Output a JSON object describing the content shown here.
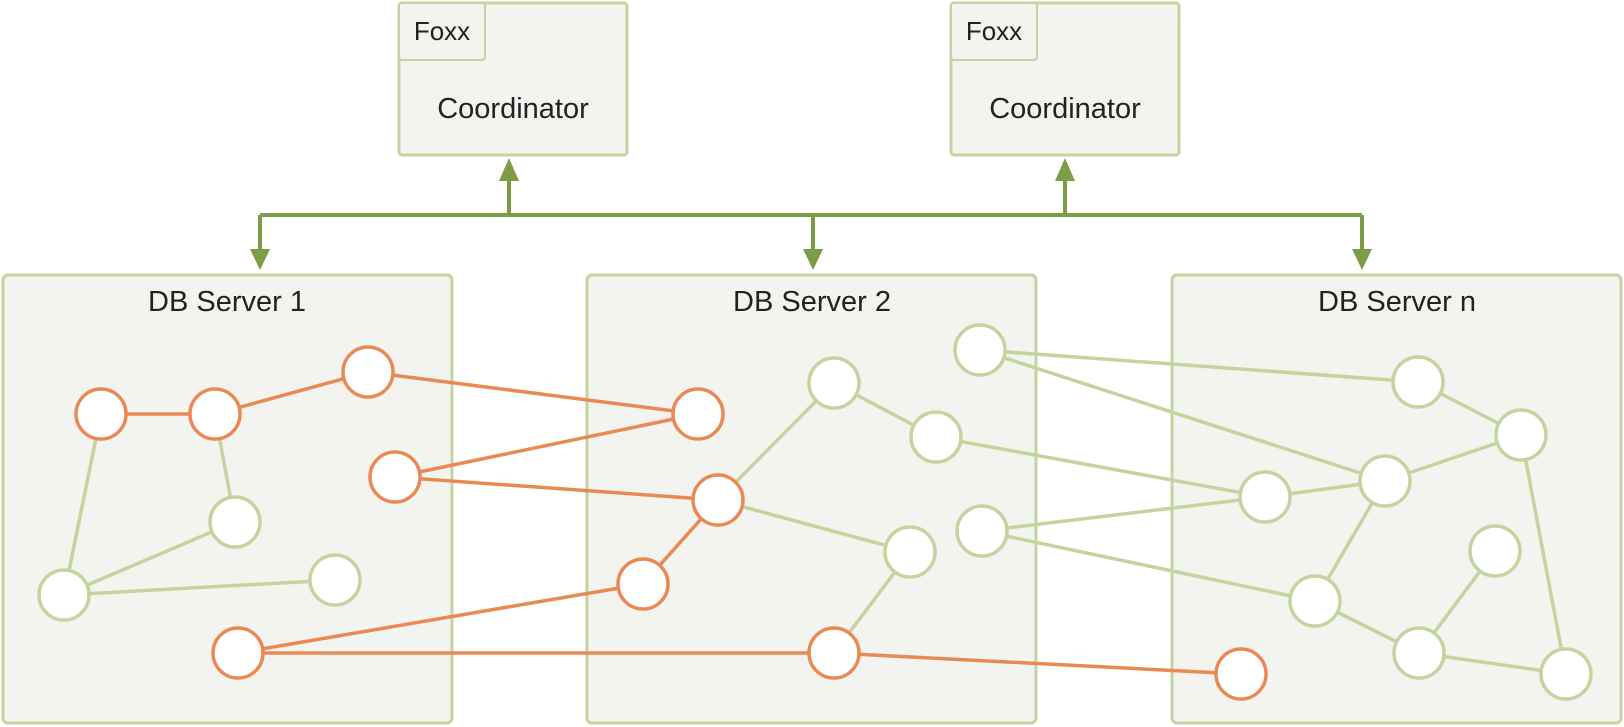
{
  "coordinators": [
    {
      "tab_label": "Foxx",
      "label": "Coordinator"
    },
    {
      "tab_label": "Foxx",
      "label": "Coordinator"
    }
  ],
  "servers": [
    {
      "label": "DB Server 1"
    },
    {
      "label": "DB Server 2"
    },
    {
      "label": "DB Server n"
    }
  ],
  "colors": {
    "highlight_path": "#e98a55",
    "regular_graph": "#c4d49e",
    "connector": "#7d9c48",
    "box_fill": "#f3f3ef",
    "box_border": "#c4d4a0"
  }
}
